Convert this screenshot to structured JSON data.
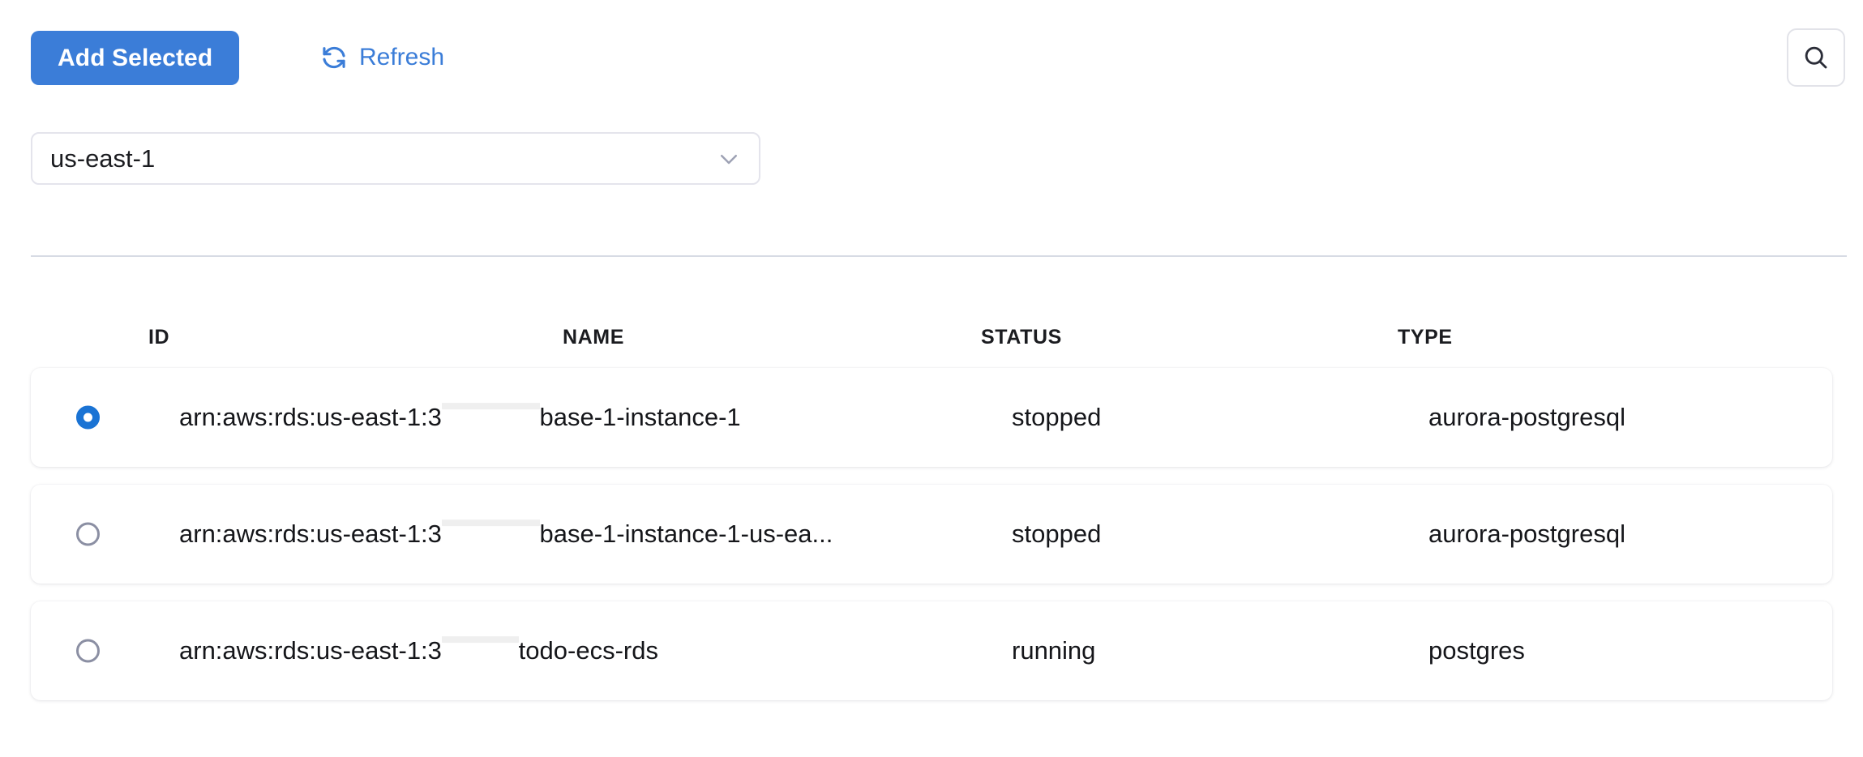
{
  "toolbar": {
    "add_selected_label": "Add Selected",
    "refresh_label": "Refresh",
    "refresh_icon": "refresh-icon",
    "search_icon": "search-icon",
    "primary_color": "#3b7dd8",
    "link_color": "#3b7dd8"
  },
  "region_select": {
    "value": "us-east-1",
    "chevron_icon": "chevron-down-icon"
  },
  "table": {
    "columns": [
      "ID",
      "NAME",
      "STATUS",
      "TYPE"
    ],
    "rows": [
      {
        "selected": true,
        "id_prefix": "arn:aws:rds:us-east-1:3",
        "id_redacted": "              ",
        "id_suffix": "base-1-instance-1",
        "status": "stopped",
        "type": "aurora-postgresql"
      },
      {
        "selected": false,
        "id_prefix": "arn:aws:rds:us-east-1:3",
        "id_redacted": "              ",
        "id_suffix": "base-1-instance-1-us-ea...",
        "status": "stopped",
        "type": "aurora-postgresql"
      },
      {
        "selected": false,
        "id_prefix": "arn:aws:rds:us-east-1:3",
        "id_redacted": "           ",
        "id_suffix": "todo-ecs-rds",
        "status": "running",
        "type": "postgres"
      }
    ]
  }
}
